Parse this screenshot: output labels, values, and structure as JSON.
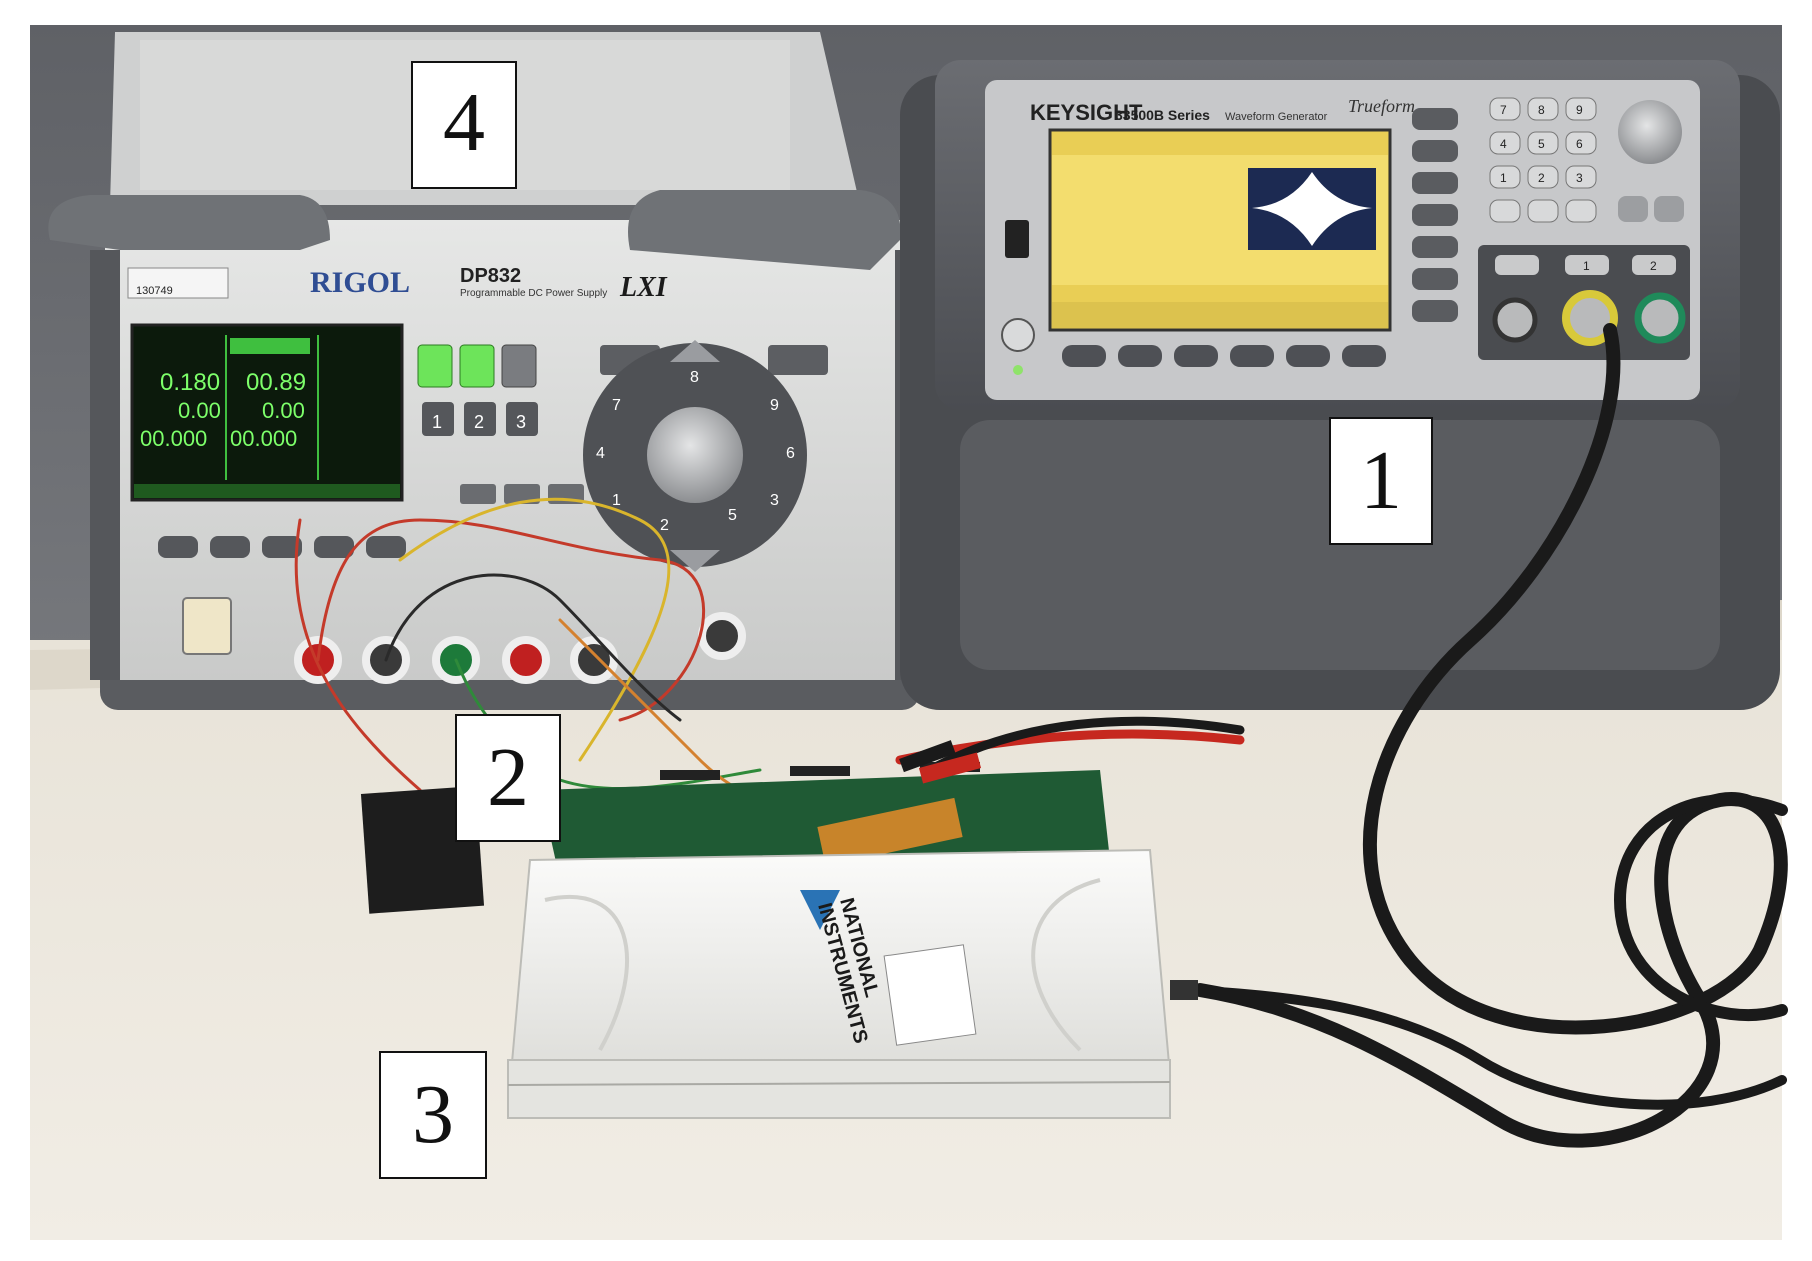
{
  "callouts": {
    "c1": "1",
    "c2": "2",
    "c3": "3",
    "c4": "4"
  },
  "power_supply": {
    "brand": "RIGOL",
    "model": "DP832",
    "subtitle": "Programmable DC Power Supply",
    "lxi": "LXI",
    "asset": "130749",
    "readings": [
      {
        "v": "0.180",
        "a": "0.00",
        "w": "00.000"
      },
      {
        "v": "00.89",
        "a": "0.00",
        "w": "00.000"
      }
    ],
    "channel_keys": [
      "1",
      "2",
      "3"
    ],
    "keypad": [
      "7",
      "8",
      "9",
      "4",
      "5",
      "6",
      "1",
      "2",
      "3"
    ]
  },
  "generator": {
    "brand": "KEYSIGHT",
    "series": "33500B Series",
    "subtitle": "Waveform Generator",
    "trueform": "Trueform",
    "keys": [
      "7",
      "8",
      "9",
      "4",
      "5",
      "6",
      "1",
      "2",
      "3"
    ],
    "channel_keys": [
      "1",
      "2"
    ]
  },
  "daq": {
    "brand_line1": "NATIONAL",
    "brand_line2": "INSTRUMENTS"
  }
}
